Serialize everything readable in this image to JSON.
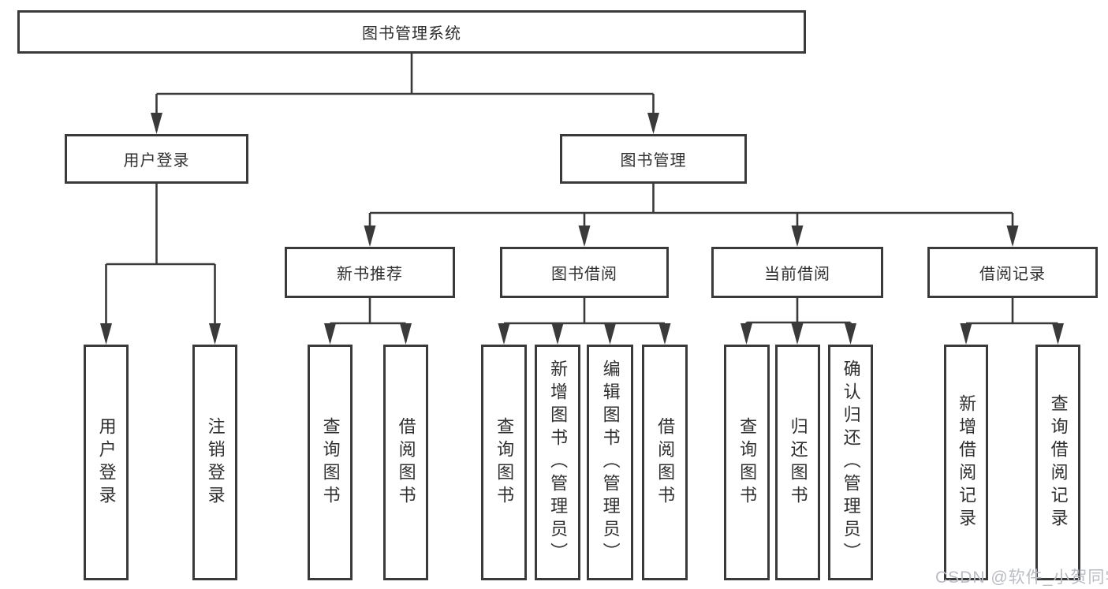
{
  "tree": {
    "label": "图书管理系统",
    "children": [
      {
        "label": "用户登录",
        "children": [
          {
            "label": "用户登录"
          },
          {
            "label": "注销登录"
          }
        ]
      },
      {
        "label": "图书管理",
        "children": [
          {
            "label": "新书推荐",
            "children": [
              {
                "label": "查询图书"
              },
              {
                "label": "借阅图书"
              }
            ]
          },
          {
            "label": "图书借阅",
            "children": [
              {
                "label": "查询图书"
              },
              {
                "label": "新增图书（管理员）"
              },
              {
                "label": "编辑图书（管理员）"
              },
              {
                "label": "借阅图书"
              }
            ]
          },
          {
            "label": "当前借阅",
            "children": [
              {
                "label": "查询图书"
              },
              {
                "label": "归还图书"
              },
              {
                "label": "确认归还（管理员）"
              }
            ]
          },
          {
            "label": "借阅记录",
            "children": [
              {
                "label": "新增借阅记录"
              },
              {
                "label": "查询借阅记录"
              }
            ]
          }
        ]
      }
    ]
  },
  "watermark": {
    "text": "CSDN @软件_小贺同学"
  },
  "colors": {
    "line": "#3a3a3a",
    "text": "#2f2f2f",
    "background": "#ffffff",
    "watermark": "#b9bdc3"
  }
}
